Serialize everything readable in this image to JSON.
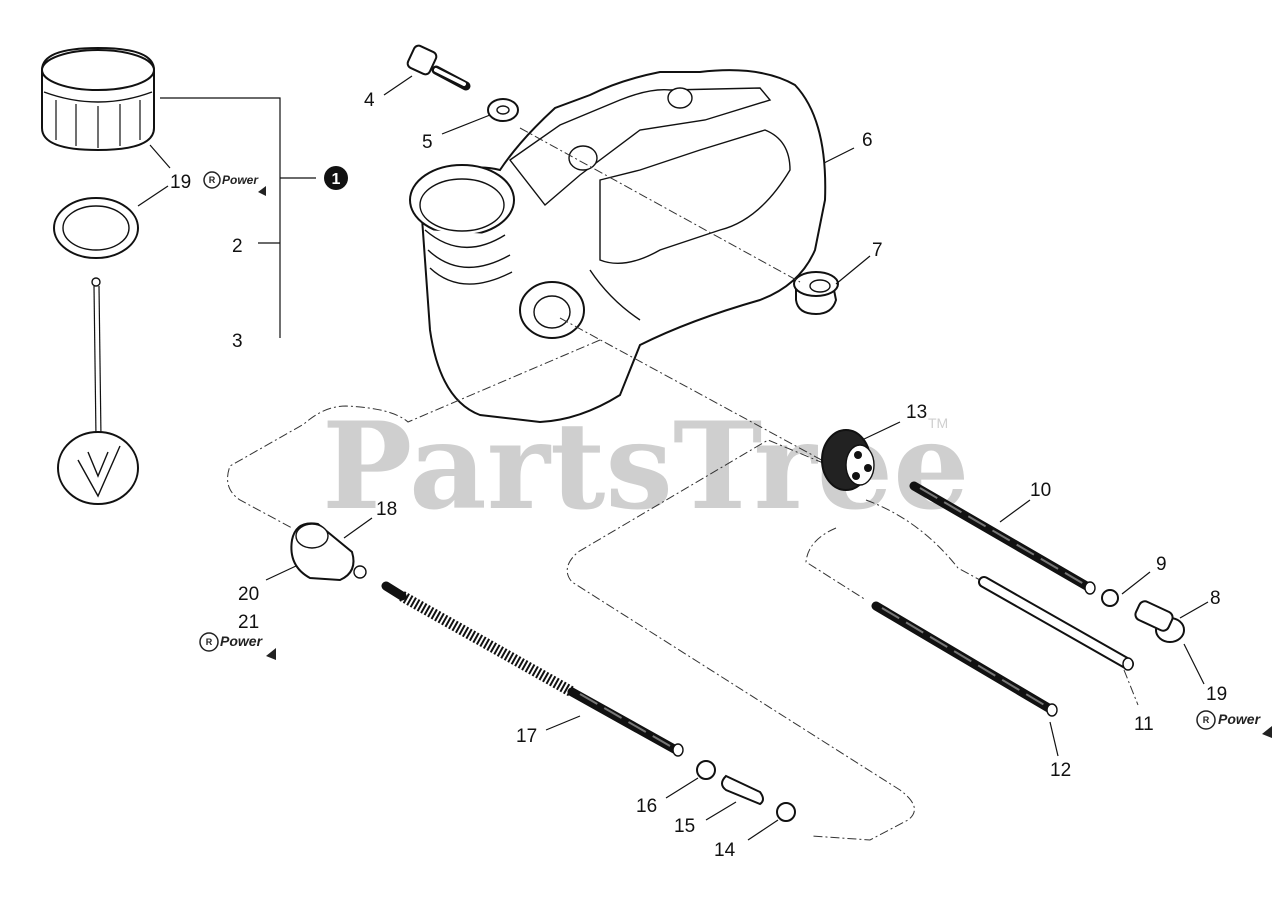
{
  "watermark": {
    "text": "PartsTree",
    "tm": "TM"
  },
  "kit": {
    "number": "1"
  },
  "badge": {
    "logo": "R",
    "text": "Power"
  },
  "callouts": [
    {
      "id": "4",
      "label": "4"
    },
    {
      "id": "5",
      "label": "5"
    },
    {
      "id": "6",
      "label": "6"
    },
    {
      "id": "7",
      "label": "7"
    },
    {
      "id": "19a",
      "label": "19"
    },
    {
      "id": "2",
      "label": "2"
    },
    {
      "id": "3",
      "label": "3"
    },
    {
      "id": "13",
      "label": "13"
    },
    {
      "id": "10",
      "label": "10"
    },
    {
      "id": "18",
      "label": "18"
    },
    {
      "id": "20",
      "label": "20"
    },
    {
      "id": "21",
      "label": "21"
    },
    {
      "id": "9",
      "label": "9"
    },
    {
      "id": "8",
      "label": "8"
    },
    {
      "id": "19b",
      "label": "19"
    },
    {
      "id": "11",
      "label": "11"
    },
    {
      "id": "12",
      "label": "12"
    },
    {
      "id": "17",
      "label": "17"
    },
    {
      "id": "16",
      "label": "16"
    },
    {
      "id": "15",
      "label": "15"
    },
    {
      "id": "14",
      "label": "14"
    }
  ]
}
